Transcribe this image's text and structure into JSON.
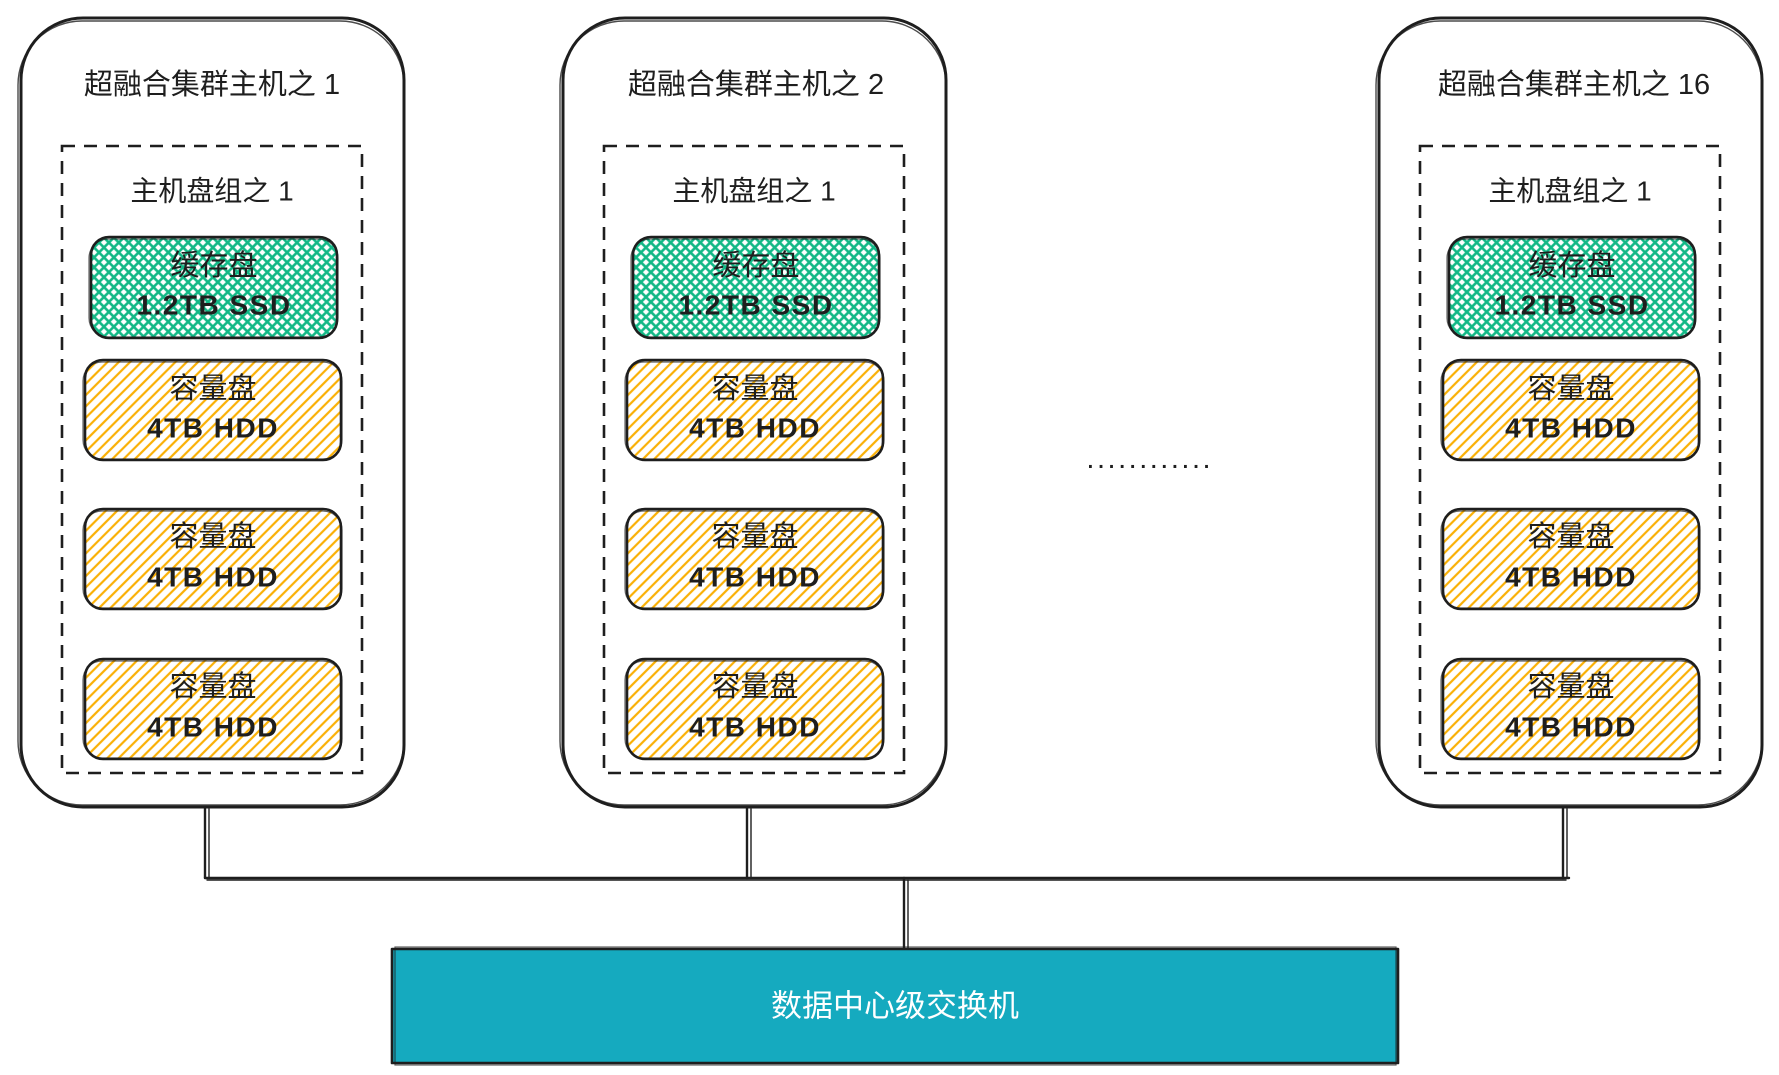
{
  "hosts": [
    {
      "title": "超融合集群主机之 1",
      "disk_group": {
        "title": "主机盘组之 1",
        "cache_disk": {
          "label": "缓存盘",
          "spec": "1.2TB SSD"
        },
        "capacity_disks": [
          {
            "label": "容量盘",
            "spec": "4TB HDD"
          },
          {
            "label": "容量盘",
            "spec": "4TB HDD"
          },
          {
            "label": "容量盘",
            "spec": "4TB HDD"
          }
        ]
      }
    },
    {
      "title": "超融合集群主机之 2",
      "disk_group": {
        "title": "主机盘组之 1",
        "cache_disk": {
          "label": "缓存盘",
          "spec": "1.2TB SSD"
        },
        "capacity_disks": [
          {
            "label": "容量盘",
            "spec": "4TB HDD"
          },
          {
            "label": "容量盘",
            "spec": "4TB HDD"
          },
          {
            "label": "容量盘",
            "spec": "4TB HDD"
          }
        ]
      }
    },
    {
      "title": "超融合集群主机之 16",
      "disk_group": {
        "title": "主机盘组之 1",
        "cache_disk": {
          "label": "缓存盘",
          "spec": "1.2TB SSD"
        },
        "capacity_disks": [
          {
            "label": "容量盘",
            "spec": "4TB HDD"
          },
          {
            "label": "容量盘",
            "spec": "4TB HDD"
          },
          {
            "label": "容量盘",
            "spec": "4TB HDD"
          }
        ]
      }
    }
  ],
  "ellipsis": "............",
  "switch": {
    "label": "数据中心级交换机"
  },
  "colors": {
    "cache_disk": "#12b886",
    "capacity_disk": "#fab005",
    "switch": "#15aabf"
  }
}
